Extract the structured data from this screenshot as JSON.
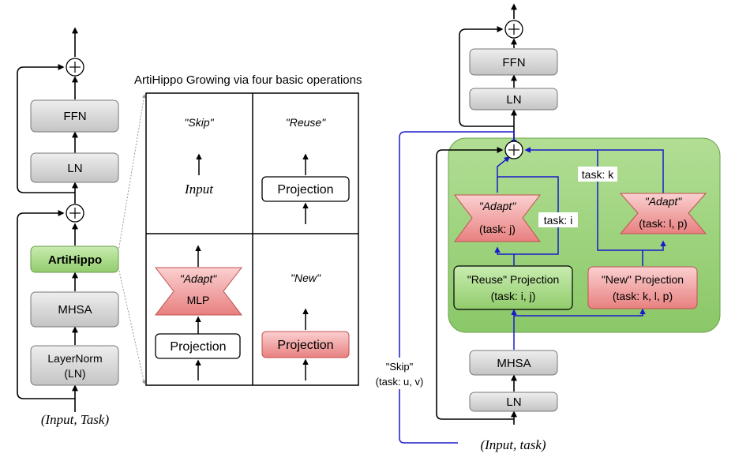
{
  "left": {
    "ffn": "FFN",
    "ln": "LN",
    "artihippo": "ArtiHippo",
    "mhsa": "MHSA",
    "layernorm_line1": "LayerNorm",
    "layernorm_line2": "(LN)",
    "input": "(Input, Task)"
  },
  "middle": {
    "title": "ArtiHippo Growing via four basic operations",
    "skip": "\"Skip\"",
    "input": "Input",
    "reuse": "\"Reuse\"",
    "reuse_proj": "Projection",
    "adapt": "\"Adapt\"",
    "adapt_mlp": "MLP",
    "adapt_proj": "Projection",
    "new": "\"New\"",
    "new_proj": "Projection"
  },
  "right": {
    "ffn": "FFN",
    "ln_top": "LN",
    "adapt_left": "\"Adapt\"",
    "adapt_left_task": "(task: j)",
    "task_i": "task: i",
    "task_k": "task: k",
    "adapt_right": "\"Adapt\"",
    "adapt_right_task": "(task: l, p)",
    "reuse_proj": "\"Reuse\" Projection",
    "reuse_proj_task": "(task: i, j)",
    "new_proj": "\"New\" Projection",
    "new_proj_task": "(task: k, l, p)",
    "skip": "\"Skip\"",
    "skip_task": "(task: u, v)",
    "mhsa": "MHSA",
    "ln_bottom": "LN",
    "input": "(Input, task)"
  },
  "colors": {
    "gray_box": "#d4d4d4",
    "green_box": "#a8d88a",
    "green_region": "#9fd27e",
    "red_box": "#f08c8c",
    "blue_line": "#1a1acc"
  }
}
